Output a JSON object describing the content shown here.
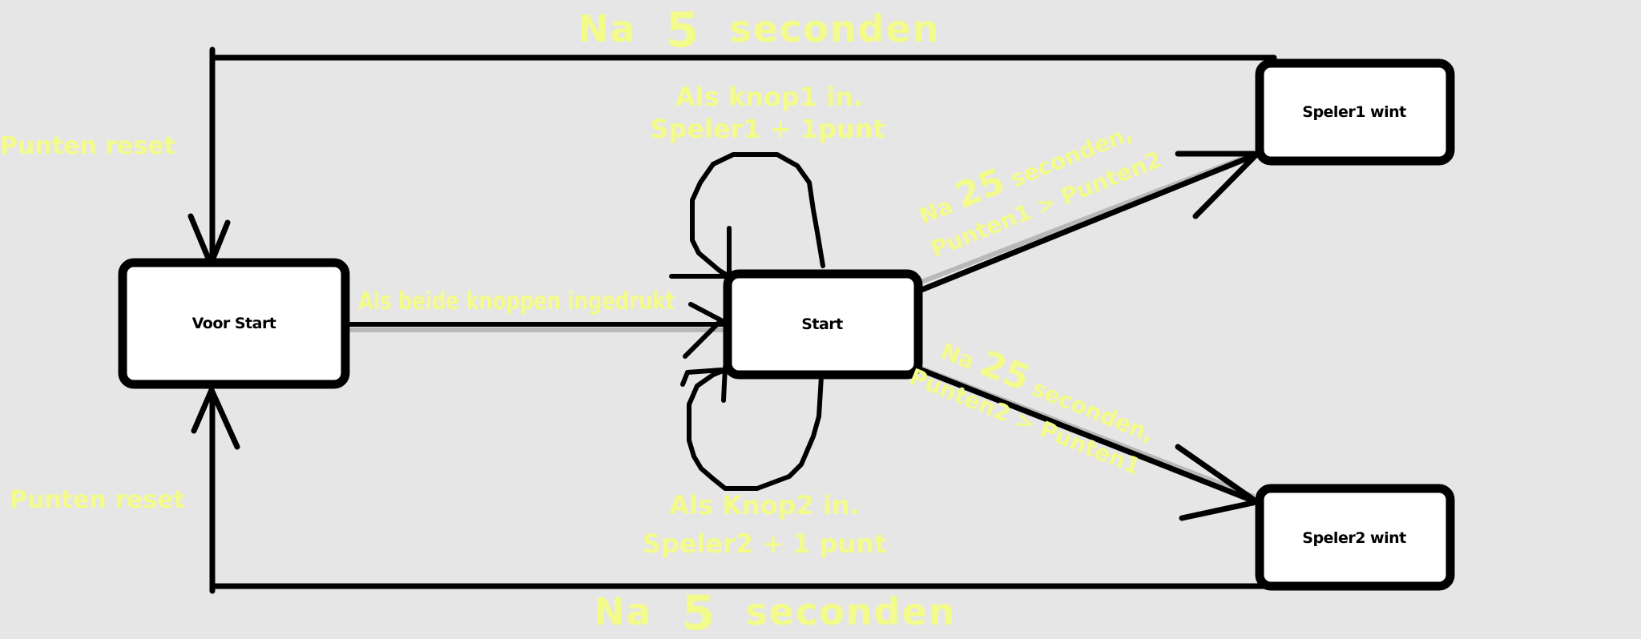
{
  "states": {
    "voor_start": "Voor Start",
    "start": "Start",
    "speler1_wint": "Speler1 wint",
    "speler2_wint": "Speler2 wint"
  },
  "transitions": {
    "top_return": {
      "prefix": "Na",
      "number": "5",
      "suffix": "seconden"
    },
    "bottom_return": {
      "prefix": "Na",
      "number": "5",
      "suffix": "seconden"
    },
    "reset_top": "Punten reset",
    "reset_bottom": "Punten reset",
    "to_start": "Als beide knoppen ingedrukt",
    "loop_top_line1": "Als knop1 in.",
    "loop_top_line2": "Speler1 + 1punt",
    "loop_bottom_line1": "Als Knop2 in.",
    "loop_bottom_line2": "Speler2 + 1 punt",
    "to_speler1": {
      "prefix": "Na",
      "number": "25",
      "suffix": "seconden,",
      "line2": "Punten1 > Punten2"
    },
    "to_speler2": {
      "prefix": "Na",
      "number": "25",
      "suffix": "seconden,",
      "line2": "Punten2 > Punten1"
    }
  },
  "colors": {
    "background": "#e6e6e6",
    "annotation": "#f3fb8a",
    "stroke": "#000000",
    "box_fill": "#ffffff"
  }
}
